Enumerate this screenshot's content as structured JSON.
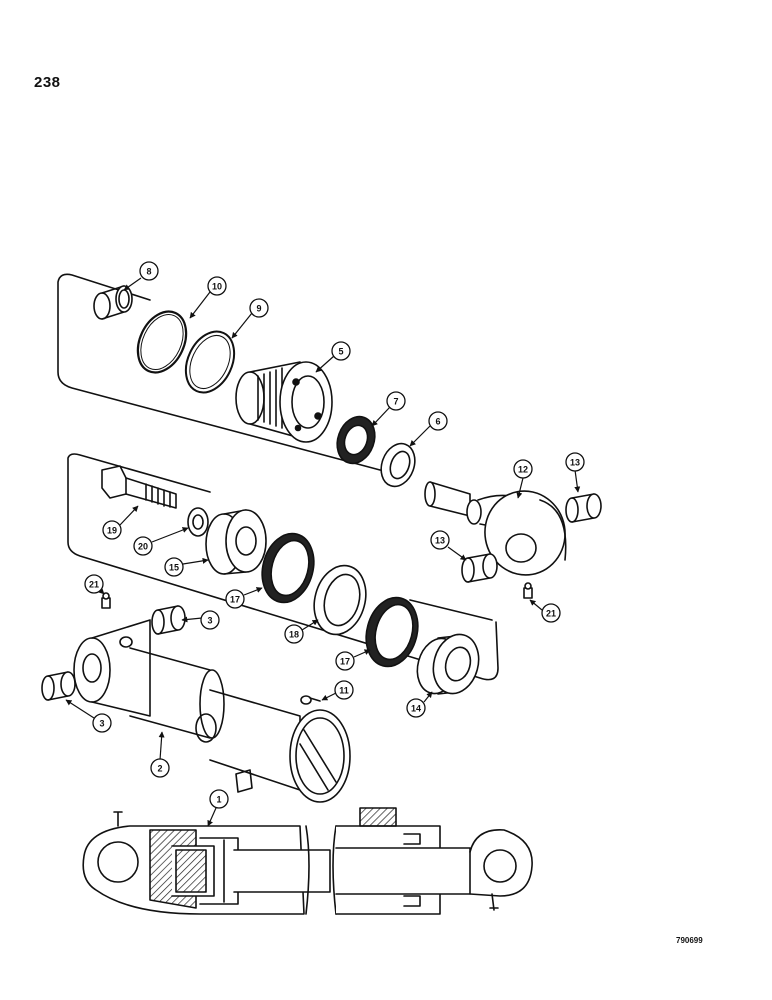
{
  "page_number": "238",
  "reference_code": "790699",
  "callouts": {
    "c8": "8",
    "c10": "10",
    "c9": "9",
    "c5": "5",
    "c7": "7",
    "c6": "6",
    "c12": "12",
    "c13a": "13",
    "c13b": "13",
    "c19": "19",
    "c20": "20",
    "c15": "15",
    "c17a": "17",
    "c17b": "17",
    "c18": "18",
    "c14": "14",
    "c21a": "21",
    "c21b": "21",
    "c3a": "3",
    "c3b": "3",
    "c11": "11",
    "c2": "2",
    "c1": "1"
  }
}
